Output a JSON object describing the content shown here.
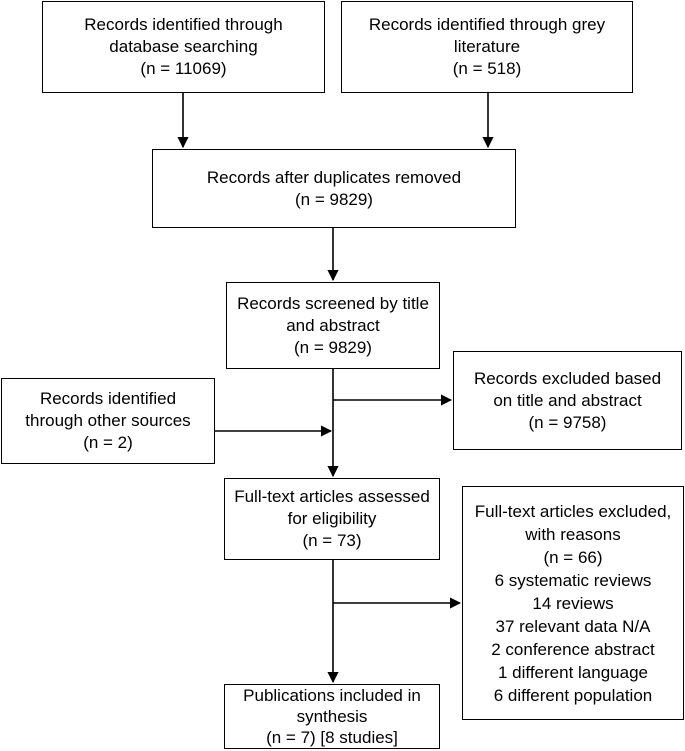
{
  "boxes": {
    "database": {
      "lines": [
        "Records identified through",
        "database searching",
        "(n = 11069)"
      ]
    },
    "grey": {
      "lines": [
        "Records identified through grey",
        "literature",
        "(n = 518)"
      ]
    },
    "duplicates": {
      "lines": [
        "Records after duplicates removed",
        "(n = 9829)"
      ]
    },
    "screened": {
      "lines": [
        "Records screened by title",
        "and abstract",
        "(n = 9829)"
      ]
    },
    "other": {
      "lines": [
        "Records identified",
        "through other sources",
        "(n = 2)"
      ]
    },
    "excluded_title": {
      "lines": [
        "Records excluded based",
        "on title and abstract",
        "(n = 9758)"
      ]
    },
    "fulltext": {
      "lines": [
        "Full-text articles assessed",
        "for eligibility",
        "(n = 73)"
      ]
    },
    "excluded_fulltext": {
      "lines": [
        "Full-text articles excluded,",
        "with reasons",
        "(n = 66)",
        "6 systematic reviews",
        "14 reviews",
        "37 relevant data N/A",
        "2 conference abstract",
        "1 different language",
        "6 different population"
      ]
    },
    "included": {
      "lines": [
        "Publications included in",
        "synthesis",
        "(n = 7) [8 studies]"
      ]
    }
  }
}
